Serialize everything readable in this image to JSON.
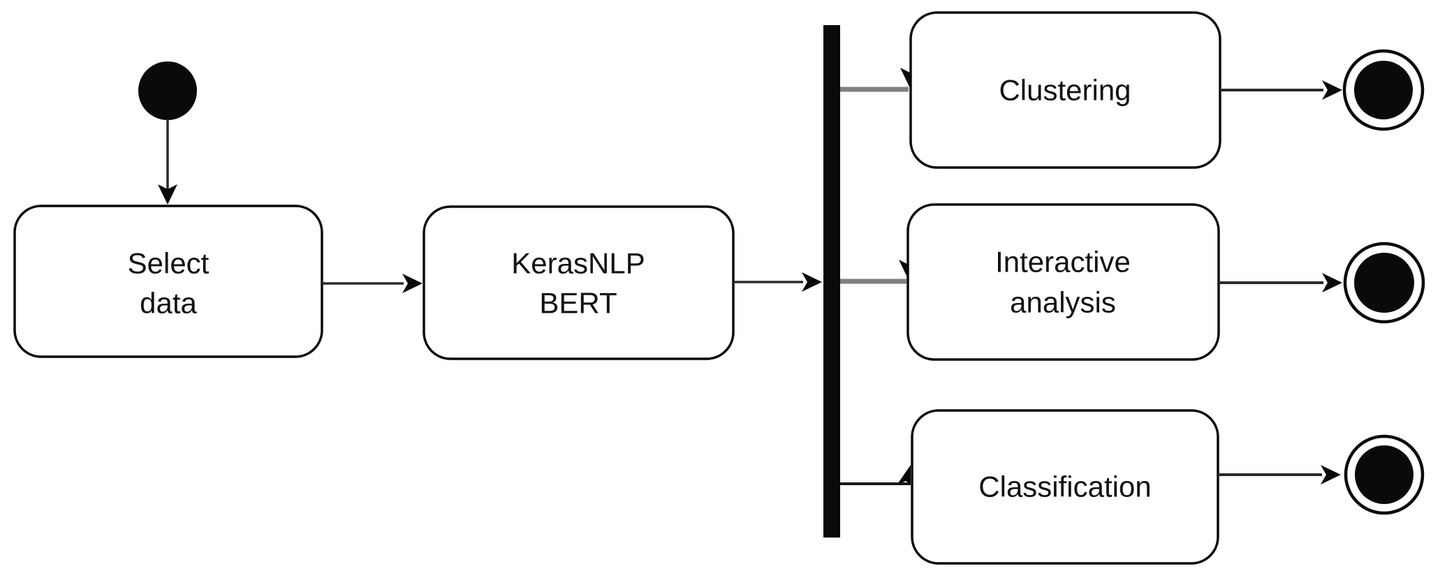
{
  "diagram": {
    "kind": "uml-activity-diagram",
    "nodes": {
      "start": {
        "type": "initial-node"
      },
      "select_data": {
        "label": "Select data",
        "line1": "Select",
        "line2": "data"
      },
      "kerasnlp_bert": {
        "label": "KerasNLP BERT",
        "line1": "KerasNLP",
        "line2": "BERT"
      },
      "fork": {
        "type": "fork-bar"
      },
      "clustering": {
        "label": "Clustering"
      },
      "interactive_analysis": {
        "label": "Interactive analysis",
        "line1": "Interactive",
        "line2": "analysis"
      },
      "classification": {
        "label": "Classification"
      },
      "end_1": {
        "type": "final-node"
      },
      "end_2": {
        "type": "final-node"
      },
      "end_3": {
        "type": "final-node"
      }
    },
    "edges": [
      {
        "from": "start",
        "to": "select_data"
      },
      {
        "from": "select_data",
        "to": "kerasnlp_bert"
      },
      {
        "from": "kerasnlp_bert",
        "to": "fork"
      },
      {
        "from": "fork",
        "to": "clustering"
      },
      {
        "from": "fork",
        "to": "interactive_analysis"
      },
      {
        "from": "fork",
        "to": "classification"
      },
      {
        "from": "clustering",
        "to": "end_1"
      },
      {
        "from": "interactive_analysis",
        "to": "end_2"
      },
      {
        "from": "classification",
        "to": "end_3"
      }
    ],
    "colors": {
      "node_fill": "#ffffff",
      "node_stroke": "#0a0a0a",
      "fork_bar": "#0a0a0a",
      "branch_line_gray": "#808080",
      "edge_line": "#2b2b2b",
      "text": "#111111",
      "background": "#ffffff"
    }
  }
}
